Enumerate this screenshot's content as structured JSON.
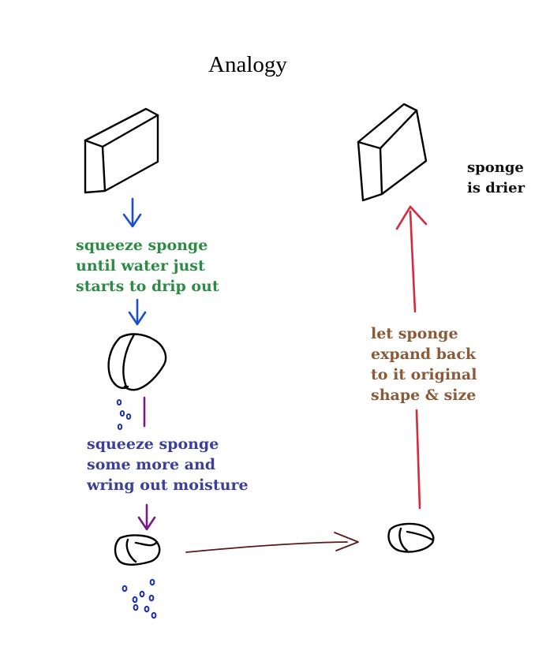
{
  "title": "Analogy",
  "labels": {
    "squeeze_until_drip": [
      "squeeze sponge",
      "until water just",
      "starts to drip out"
    ],
    "squeeze_more": [
      "squeeze sponge",
      "some more and",
      "wring out moisture"
    ],
    "expand_back": [
      "let sponge",
      "expand back",
      "to it original",
      "shape & size"
    ],
    "sponge_drier": [
      "sponge",
      "is drier"
    ]
  },
  "colors": {
    "green_text": "#2e8b45",
    "blue_text": "#3a3f9a",
    "brown_text": "#8b5a38",
    "blue_arrow": "#1c4fd0",
    "purple_arrow": "#7a1a8a",
    "red_arrow": "#d8283c",
    "dark_arrow": "#5a1a1a",
    "drops": "#1a2fb0"
  }
}
